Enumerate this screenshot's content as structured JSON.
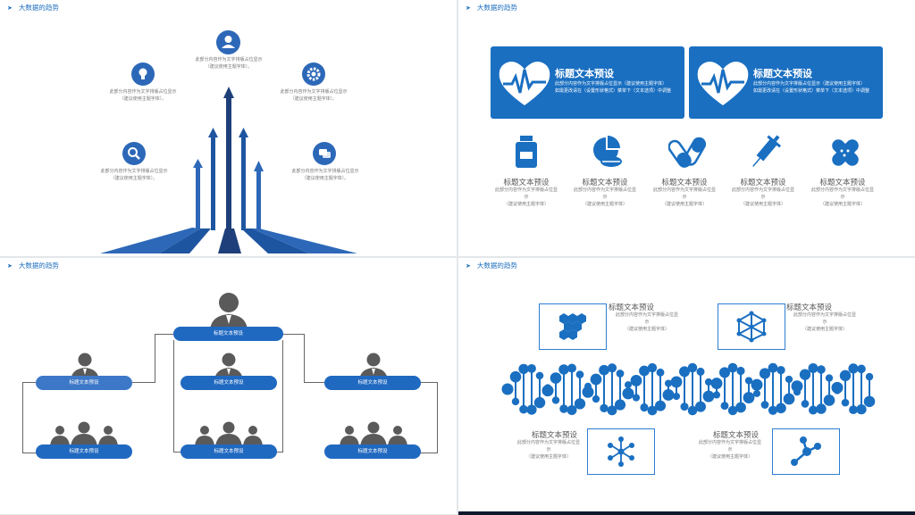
{
  "header_text": "大数据的趋势",
  "slide1": {
    "items": [
      {
        "icon": "user-icon",
        "desc1": "此部分内容作为文字排版占位显示",
        "desc2": "（建议使用主题字体）。"
      },
      {
        "icon": "bulb-icon",
        "desc1": "此部分内容作为文字排版占位显示",
        "desc2": "（建议使用主题字体）。"
      },
      {
        "icon": "gear-icon",
        "desc1": "此部分内容作为文字排版占位显示",
        "desc2": "（建议使用主题字体）。"
      },
      {
        "icon": "search-icon",
        "desc1": "此部分内容作为文字排版占位显示",
        "desc2": "（建议使用主题字体）。"
      },
      {
        "icon": "chat-icon",
        "desc1": "此部分内容作为文字排版占位显示",
        "desc2": "（建议使用主题字体）。"
      }
    ]
  },
  "slide2": {
    "cards": [
      {
        "icon": "heart-pulse-icon",
        "title": "标题文本预设",
        "line1": "此部分内容作为文字排版占位显示（建议使用主题字体）",
        "line2": "如需更改请在（设置形状格式）菜单下（文本选项）中调整"
      },
      {
        "icon": "heart-pulse-icon",
        "title": "标题文本预设",
        "line1": "此部分内容作为文字排版占位显示（建议使用主题字体）",
        "line2": "如需更改请在（设置形状格式）菜单下（文本选项）中调整"
      }
    ],
    "items": [
      {
        "icon": "medicine-bottle-icon",
        "title": "标题文本预设",
        "l1": "此部分内容作为文字排版占位显",
        "l2": "示",
        "l3": "（建议使用主题字体）"
      },
      {
        "icon": "pills-icon",
        "title": "标题文本预设",
        "l1": "此部分内容作为文字排版占位显",
        "l2": "示",
        "l3": "（建议使用主题字体）"
      },
      {
        "icon": "capsule-icon",
        "title": "标题文本预设",
        "l1": "此部分内容作为文字排版占位显",
        "l2": "示",
        "l3": "（建议使用主题字体）"
      },
      {
        "icon": "syringe-icon",
        "title": "标题文本预设",
        "l1": "此部分内容作为文字排版占位显",
        "l2": "示",
        "l3": "（建议使用主题字体）"
      },
      {
        "icon": "bandage-icon",
        "title": "标题文本预设",
        "l1": "此部分内容作为文字排版占位显",
        "l2": "示",
        "l3": "（建议使用主题字体）"
      }
    ]
  },
  "slide3": {
    "boxes": {
      "top": "标题文本预设",
      "mid_left": "标题文本预设",
      "mid_center": "标题文本预设",
      "mid_right": "标题文本预设",
      "bot_left": "标题文本预设",
      "bot_center": "标题文本预设",
      "bot_right": "标题文本预设"
    }
  },
  "slide4": {
    "items": [
      {
        "icon": "hexagon-cluster-icon",
        "title": "标题文本预设",
        "l1": "此部分内容作为文字排版占位显",
        "l2": "示",
        "l3": "（建议使用主题字体）"
      },
      {
        "icon": "cube-network-icon",
        "title": "标题文本预设",
        "l1": "此部分内容作为文字排版占位显",
        "l2": "示",
        "l3": "（建议使用主题字体）"
      },
      {
        "icon": "molecule-icon",
        "title": "标题文本预设",
        "l1": "此部分内容作为文字排版占位显",
        "l2": "示",
        "l3": "（建议使用主题字体）"
      },
      {
        "icon": "node-link-icon",
        "title": "标题文本预设",
        "l1": "此部分内容作为文字排版占位显",
        "l2": "示",
        "l3": "（建议使用主题字体）"
      }
    ]
  },
  "colors": {
    "primary": "#1a6fc1",
    "dark_navy": "#1e3f7a",
    "gray_figure": "#5a5a5a"
  }
}
